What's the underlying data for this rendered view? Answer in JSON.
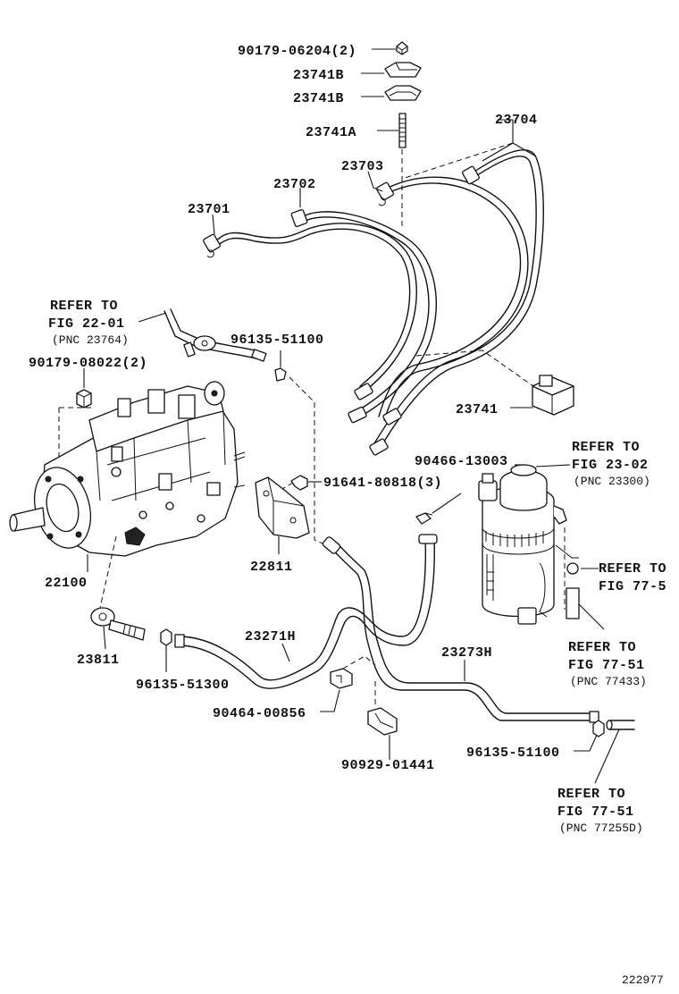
{
  "diagram": {
    "figure_id": "222977",
    "part_labels": {
      "nut_90179_06204": "90179-06204(2)",
      "clamp_23741b_upper": "23741B",
      "clamp_23741b_lower": "23741B",
      "stud_23741a": "23741A",
      "pipe_23704": "23704",
      "pipe_23703": "23703",
      "pipe_23702": "23702",
      "pipe_23701": "23701",
      "clip_96135_51100_top": "96135-51100",
      "nut_90179_08022": "90179-08022(2)",
      "clamp_23741": "23741",
      "clamp_90466_13003": "90466-13003",
      "bolt_91641_80818": "91641-80818(3)",
      "pump_22100": "22100",
      "bracket_22811": "22811",
      "hose_23271h": "23271H",
      "hose_23273h": "23273H",
      "bolt_23811": "23811",
      "clip_96135_51300": "96135-51300",
      "clamp_90464_00856": "90464-00856",
      "clamp_90929_01441": "90929-01441",
      "clip_96135_51100_bottom": "96135-51100"
    },
    "references": {
      "fig_22_01": {
        "line1": "REFER TO",
        "line2": "FIG 22-01",
        "line3": "(PNC 23764)"
      },
      "fig_23_02": {
        "line1": "REFER TO",
        "line2": "FIG 23-02",
        "line3": "(PNC 23300)"
      },
      "fig_77_5": {
        "line1": "REFER TO",
        "line2": "FIG 77-5"
      },
      "fig_77_51_a": {
        "line1": "REFER TO",
        "line2": "FIG 77-51",
        "line3": "(PNC 77433)"
      },
      "fig_77_51_b": {
        "line1": "REFER TO",
        "line2": "FIG 77-51",
        "line3": "(PNC 77255D)"
      }
    }
  }
}
